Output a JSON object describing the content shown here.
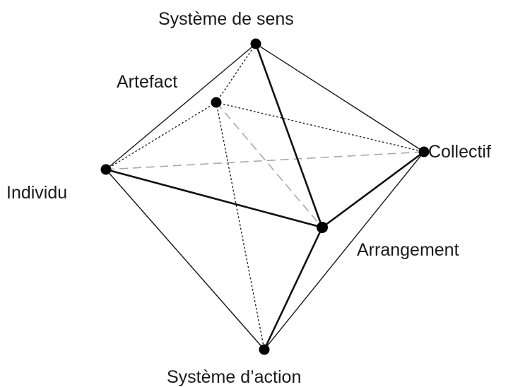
{
  "labels": {
    "systeme_de_sens": "Système de sens",
    "artefact": "Artefact",
    "collectif": "Collectif",
    "individu": "Individu",
    "arrangement": "Arrangement",
    "systeme_d_action": "Système d’action"
  }
}
